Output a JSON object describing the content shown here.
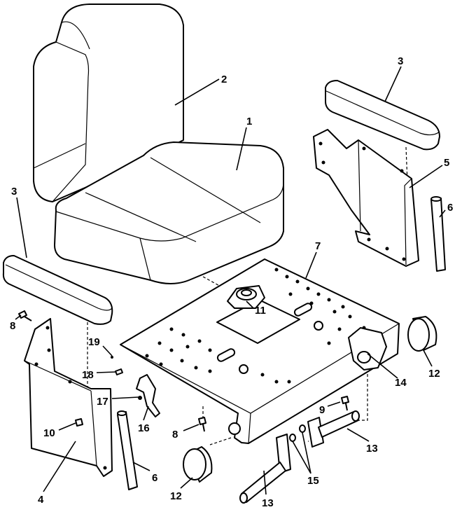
{
  "callouts": {
    "c1": "1",
    "c2": "2",
    "c3a": "3",
    "c3b": "3",
    "c4": "4",
    "c5": "5",
    "c6a": "6",
    "c6b": "6",
    "c7": "7",
    "c8a": "8",
    "c8b": "8",
    "c9": "9",
    "c10": "10",
    "c11": "11",
    "c12a": "12",
    "c12b": "12",
    "c13a": "13",
    "c13b": "13",
    "c14": "14",
    "c15": "15",
    "c16": "16",
    "c17": "17",
    "c18": "18",
    "c19": "19"
  }
}
